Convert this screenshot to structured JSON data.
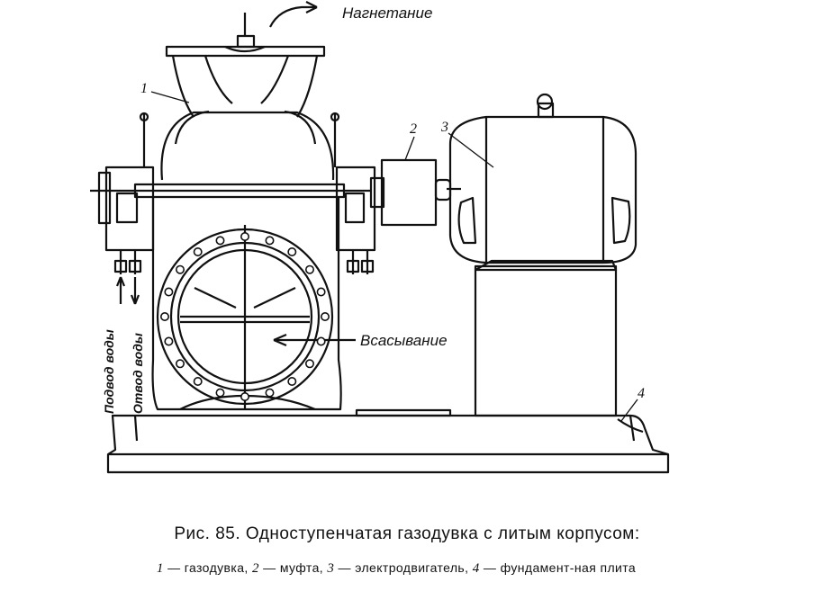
{
  "labels": {
    "discharge": "Нагнетание",
    "suction": "Всасывание",
    "water_in": "Подвод воды",
    "water_out": "Отвод воды"
  },
  "callouts": [
    "1",
    "2",
    "3",
    "4"
  ],
  "caption": {
    "title": "Рис. 85. Одноступенчатая газодувка с литым корпусом:",
    "legend": [
      {
        "num": "1",
        "text": "газодувка,"
      },
      {
        "num": "2",
        "text": "муфта,"
      },
      {
        "num": "3",
        "text": "электродвигатель,"
      },
      {
        "num": "4",
        "text": "фундамент-ная плита"
      }
    ]
  }
}
